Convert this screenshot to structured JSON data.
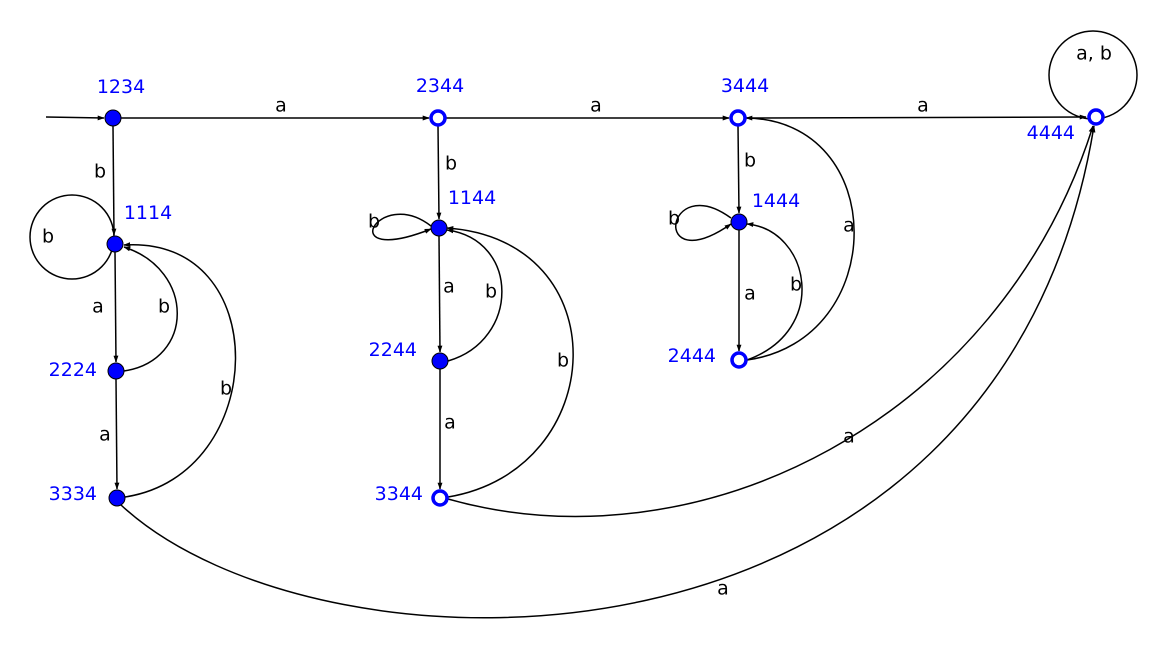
{
  "colors": {
    "state": "#0000ff",
    "edge": "#000000",
    "background": "#ffffff"
  },
  "states": [
    {
      "id": "1234",
      "label": "1234",
      "accepting": false,
      "initial": true
    },
    {
      "id": "1114",
      "label": "1114",
      "accepting": false
    },
    {
      "id": "2224",
      "label": "2224",
      "accepting": false
    },
    {
      "id": "3334",
      "label": "3334",
      "accepting": false
    },
    {
      "id": "2344",
      "label": "2344",
      "accepting": true
    },
    {
      "id": "1144",
      "label": "1144",
      "accepting": false
    },
    {
      "id": "2244",
      "label": "2244",
      "accepting": false
    },
    {
      "id": "3344",
      "label": "3344",
      "accepting": true
    },
    {
      "id": "3444",
      "label": "3444",
      "accepting": true
    },
    {
      "id": "1444",
      "label": "1444",
      "accepting": false
    },
    {
      "id": "2444",
      "label": "2444",
      "accepting": true
    },
    {
      "id": "4444",
      "label": "4444",
      "accepting": true
    }
  ],
  "transitions": [
    {
      "from": "1234",
      "to": "2344",
      "label": "a"
    },
    {
      "from": "2344",
      "to": "3444",
      "label": "a"
    },
    {
      "from": "3444",
      "to": "4444",
      "label": "a"
    },
    {
      "from": "4444",
      "to": "4444",
      "label": "a, b"
    },
    {
      "from": "1234",
      "to": "1114",
      "label": "b"
    },
    {
      "from": "1114",
      "to": "1114",
      "label": "b"
    },
    {
      "from": "1114",
      "to": "2224",
      "label": "a"
    },
    {
      "from": "2224",
      "to": "1114",
      "label": "b"
    },
    {
      "from": "2224",
      "to": "3334",
      "label": "a"
    },
    {
      "from": "3334",
      "to": "1114",
      "label": "b"
    },
    {
      "from": "3334",
      "to": "4444",
      "label": "a"
    },
    {
      "from": "2344",
      "to": "1144",
      "label": "b"
    },
    {
      "from": "1144",
      "to": "1144",
      "label": "b"
    },
    {
      "from": "1144",
      "to": "2244",
      "label": "a"
    },
    {
      "from": "2244",
      "to": "1144",
      "label": "b"
    },
    {
      "from": "2244",
      "to": "3344",
      "label": "a"
    },
    {
      "from": "3344",
      "to": "1144",
      "label": "b"
    },
    {
      "from": "3344",
      "to": "4444",
      "label": "a"
    },
    {
      "from": "3444",
      "to": "1444",
      "label": "b"
    },
    {
      "from": "1444",
      "to": "1444",
      "label": "b"
    },
    {
      "from": "1444",
      "to": "2444",
      "label": "a"
    },
    {
      "from": "2444",
      "to": "1444",
      "label": "b"
    },
    {
      "from": "2444",
      "to": "3444",
      "label": "a"
    }
  ]
}
